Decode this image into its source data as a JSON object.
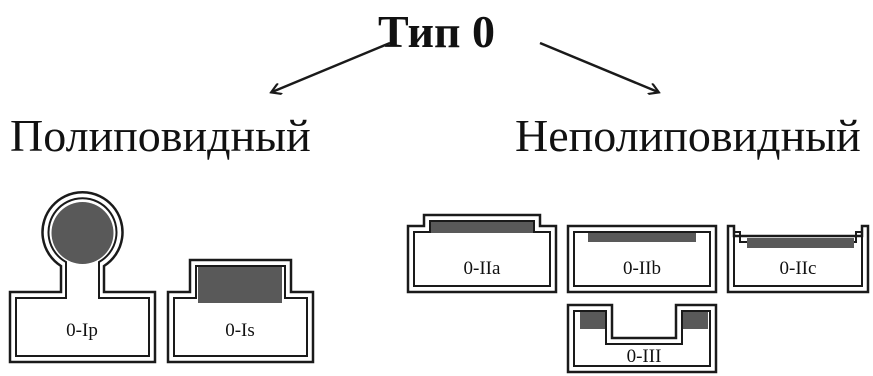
{
  "diagram": {
    "title": "Тип 0",
    "categories": {
      "polypoid": "Полиповидный",
      "nonpolypoid": "Неполиповидный"
    },
    "lesions": {
      "ip": "0-Ip",
      "is": "0-Is",
      "iia": "0-IIa",
      "iib": "0-IIb",
      "iic": "0-IIc",
      "iii": "0-III"
    },
    "colors": {
      "lesion_fill": "#595959",
      "line": "#1a1a1a",
      "background": "#ffffff"
    }
  }
}
